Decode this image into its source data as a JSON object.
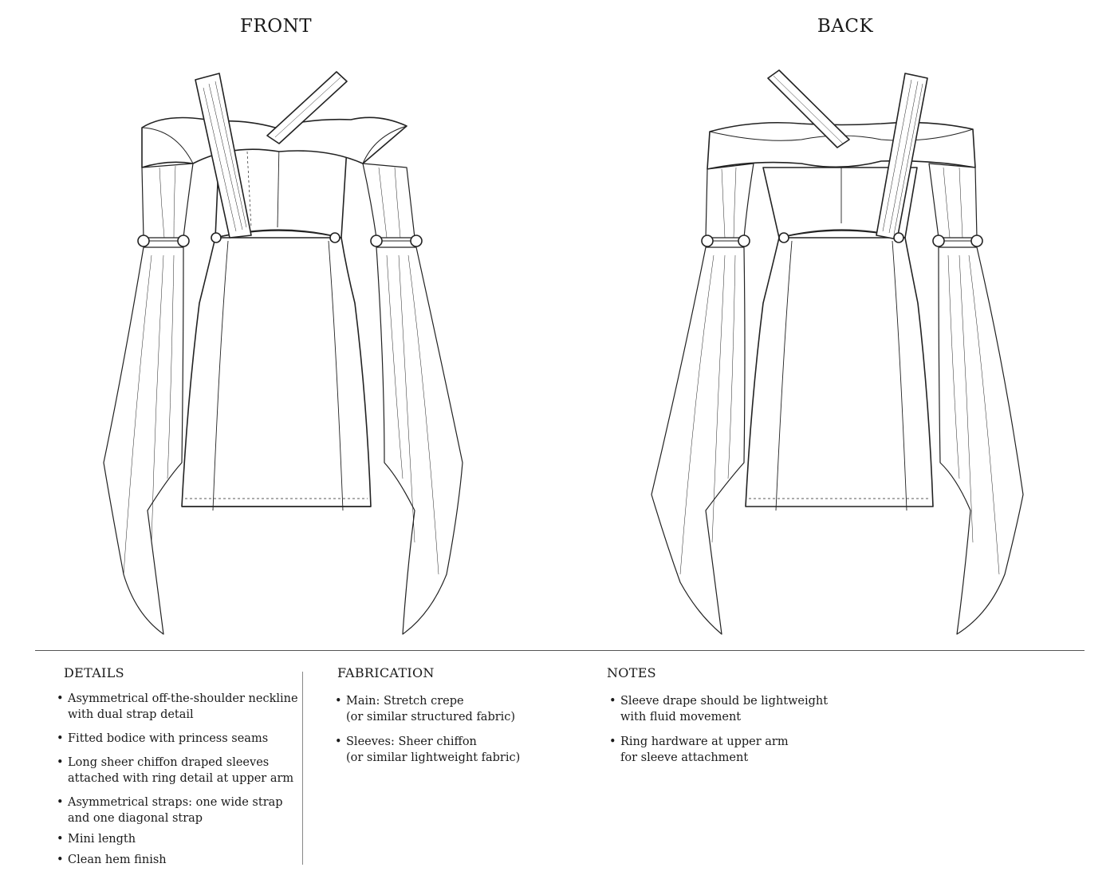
{
  "views": {
    "front_title": "FRONT",
    "back_title": "BACK"
  },
  "details": {
    "heading": "DETAILS",
    "items": [
      [
        "Asymmetrical off-the-shoulder neckline",
        "with dual strap detail"
      ],
      [
        "Fitted bodice with princess seams"
      ],
      [
        "Long sheer chiffon draped sleeves",
        "attached with ring detail at upper arm"
      ],
      [
        "Asymmetrical straps: one wide strap",
        "and one diagonal strap"
      ],
      [
        "Mini length"
      ],
      [
        "Clean hem finish"
      ]
    ]
  },
  "fabrication": {
    "heading": "FABRICATION",
    "items": [
      [
        "Main: Stretch crepe",
        "(or similar structured fabric)"
      ],
      [
        "Sleeves: Sheer chiffon",
        "(or similar lightweight fabric)"
      ]
    ]
  },
  "notes": {
    "heading": "NOTES",
    "items": [
      [
        "Sleeve drape should be lightweight",
        "with fluid movement"
      ],
      [
        "Ring hardware at upper arm",
        "for sleeve attachment"
      ]
    ]
  }
}
